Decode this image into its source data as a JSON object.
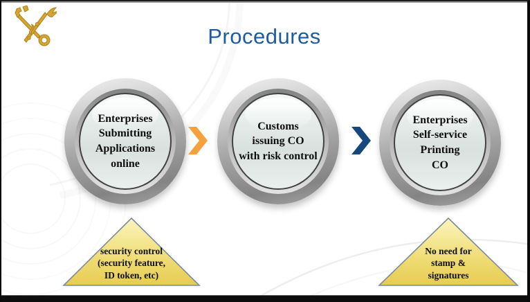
{
  "header": {
    "title": "Procedures",
    "title_color": "#1F5C9E"
  },
  "logo": {
    "name": "customs-emblem",
    "gold": "#D4A437"
  },
  "flow": {
    "steps": [
      {
        "label": "Enterprises\nSubmitting\nApplications\nonline"
      },
      {
        "label": "Customs\nissuing CO\nwith risk control"
      },
      {
        "label": "Enterprises\nSelf-service\nPrinting\nCO"
      }
    ],
    "arrows": [
      {
        "color": "#F6A13B"
      },
      {
        "color": "#16477E"
      }
    ]
  },
  "callouts": [
    {
      "label": "security control\n(security feature,\nID token, etc)"
    },
    {
      "label": "No need for\nstamp &\nsignatures"
    }
  ],
  "colors": {
    "badge_ring": "#9B9B9B",
    "badge_face": "#E7EDEB",
    "triangle_top": "#F8F1AC",
    "triangle_bottom": "#E8CE55",
    "triangle_border": "#7D8AA0",
    "bottom_bar": "#0D0D0D"
  }
}
